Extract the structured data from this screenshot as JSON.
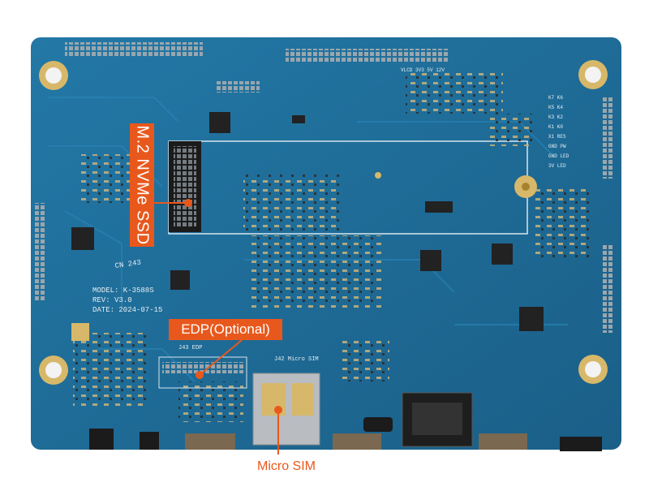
{
  "callouts": {
    "nvme": "M.2 NVMe SSD",
    "edp": "EDP(Optional)",
    "sim": "Micro SIM"
  },
  "silkscreen": {
    "model": "MODEL: K-3588S",
    "rev": "REV: V3.0",
    "date": "DATE: 2024-07-15",
    "j43": "J43 EDP",
    "j42": "J42 Micro SIM",
    "cn": "CN 243",
    "top_header": "VLCD 3V3 5V 12V",
    "right_pins": [
      "K7 K6",
      "K5 K4",
      "K3 K2",
      "K1 K0",
      "X1 RES",
      "GND PW",
      "GND LED",
      "3V LED"
    ]
  },
  "colors": {
    "accent": "#e8581c",
    "pcb": "#1f6f9c",
    "pcb_dark": "#1a5e86"
  }
}
